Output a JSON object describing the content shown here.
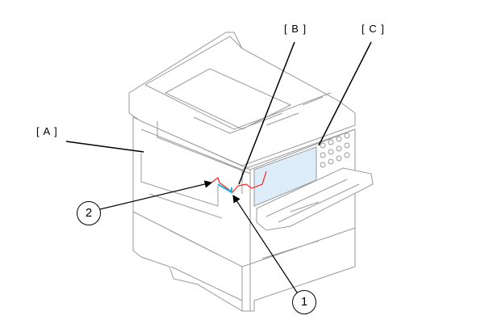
{
  "callouts": {
    "A": "[ A ]",
    "B": "[ B ]",
    "C": "[ C ]",
    "num1": "1",
    "num2": "2"
  },
  "colors": {
    "highlight_red": "#ff2020",
    "highlight_blue": "#1ab0e8",
    "panel_fill": "#dcecf8"
  }
}
